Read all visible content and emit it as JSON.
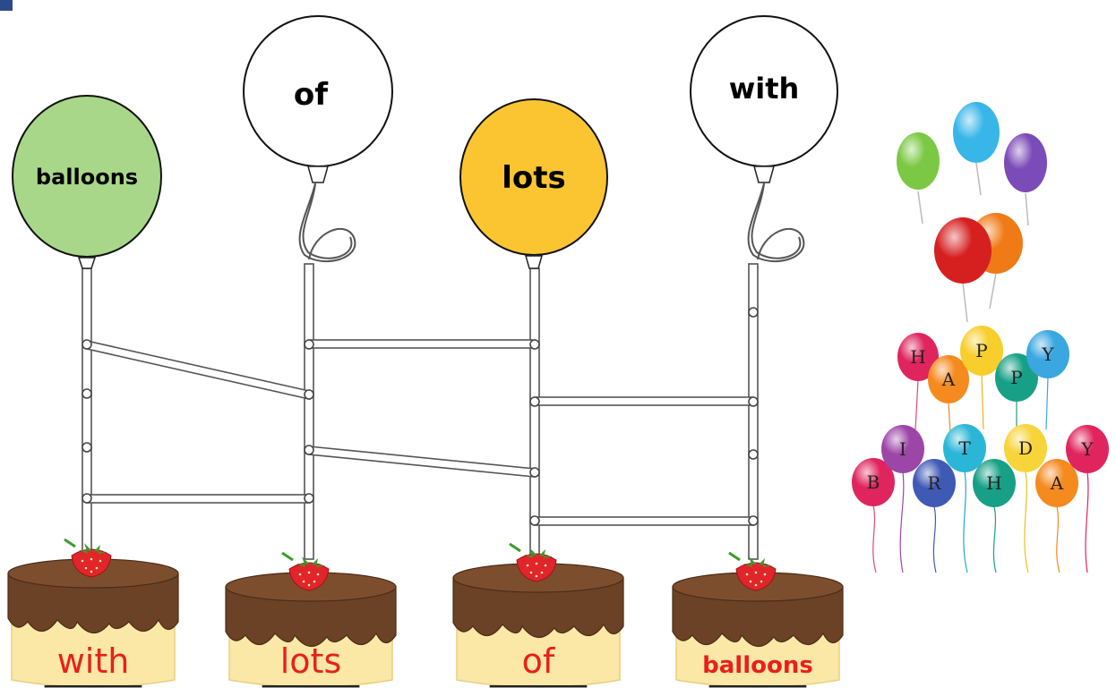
{
  "balloons": [
    {
      "word": "balloons",
      "color": "#a9d78a"
    },
    {
      "word": "of",
      "color": "#ffffff"
    },
    {
      "word": "lots",
      "color": "#fbc531"
    },
    {
      "word": "with",
      "color": "#ffffff"
    }
  ],
  "answers": [
    {
      "word": "with",
      "blank": "______"
    },
    {
      "word": "lots",
      "blank": "______"
    },
    {
      "word": "of",
      "blank": "______"
    },
    {
      "word": "balloons",
      "blank": "______"
    }
  ],
  "decoration": {
    "happy_letters": [
      "H",
      "A",
      "P",
      "P",
      "Y"
    ],
    "birthday_letters": [
      "B",
      "I",
      "R",
      "T",
      "H",
      "D",
      "A",
      "Y"
    ]
  },
  "colors": {
    "answer_text": "#e8201c",
    "cake_chocolate": "#6b4226",
    "cake_base": "#fbe8a6",
    "strawberry": "#e0262b"
  }
}
